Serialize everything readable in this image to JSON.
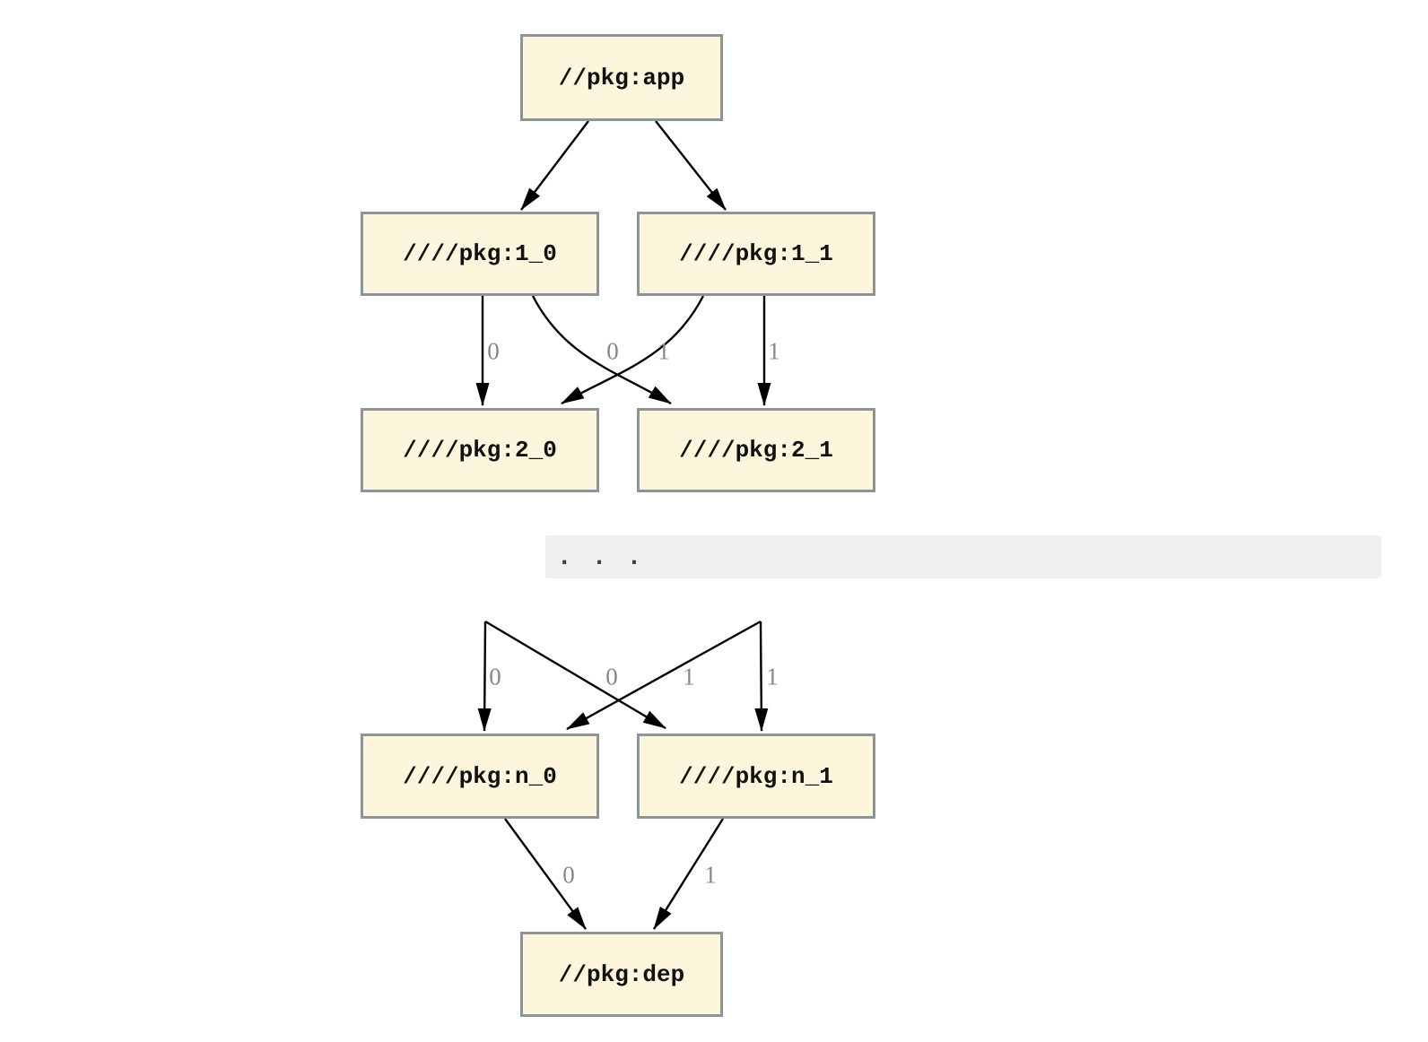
{
  "diagram": {
    "nodes": {
      "app": {
        "label": "//pkg:app"
      },
      "l1_0": {
        "label": "////pkg:1_0"
      },
      "l1_1": {
        "label": "////pkg:1_1"
      },
      "l2_0": {
        "label": "////pkg:2_0"
      },
      "l2_1": {
        "label": "////pkg:2_1"
      },
      "ln_0": {
        "label": "////pkg:n_0"
      },
      "ln_1": {
        "label": "////pkg:n_1"
      },
      "dep": {
        "label": "//pkg:dep"
      }
    },
    "edges": [
      {
        "from": "//pkg:app",
        "to": "////pkg:1_0",
        "label": ""
      },
      {
        "from": "//pkg:app",
        "to": "////pkg:1_1",
        "label": ""
      },
      {
        "from": "////pkg:1_0",
        "to": "////pkg:2_0",
        "label": "0"
      },
      {
        "from": "////pkg:1_1",
        "to": "////pkg:2_0",
        "label": "0"
      },
      {
        "from": "////pkg:1_0",
        "to": "////pkg:2_1",
        "label": "1"
      },
      {
        "from": "////pkg:1_1",
        "to": "////pkg:2_1",
        "label": "1"
      },
      {
        "from": ". . .",
        "to": "////pkg:n_0",
        "label": "0"
      },
      {
        "from": ". . .",
        "to": "////pkg:n_0",
        "label": "0"
      },
      {
        "from": ". . .",
        "to": "////pkg:n_1",
        "label": "1"
      },
      {
        "from": ". . .",
        "to": "////pkg:n_1",
        "label": "1"
      },
      {
        "from": "////pkg:n_0",
        "to": "//pkg:dep",
        "label": "0"
      },
      {
        "from": "////pkg:n_1",
        "to": "//pkg:dep",
        "label": "1"
      }
    ],
    "ellipsis": ". . .",
    "colors": {
      "node_fill": "#fdf6dd",
      "node_border": "#8d9496",
      "edge": "#000000",
      "edge_label": "#878787",
      "band_bg": "#f0f0f0",
      "ellipsis_dots": "#3d3d3d",
      "background": "#ffffff"
    }
  }
}
